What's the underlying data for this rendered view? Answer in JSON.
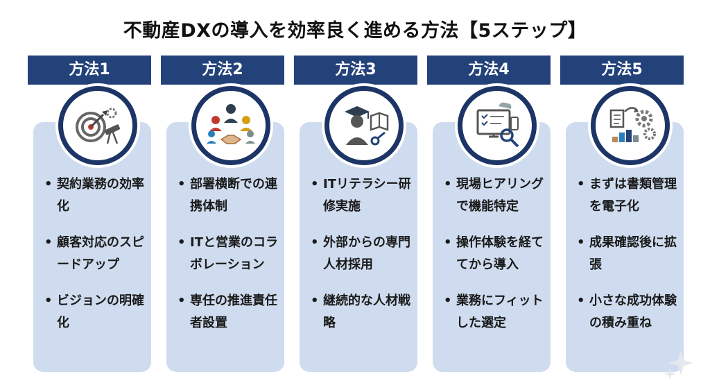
{
  "title": "不動産DXの導入を効率良く進める方法【5ステップ】",
  "accent_color": "#24427a",
  "card_color": "#cfdcef",
  "steps": [
    {
      "label": "方法1",
      "icon": "target-telescope-gears-icon",
      "bullets": [
        "契約業務の効率化",
        "顧客対応のスピードアップ",
        "ビジョンの明確化"
      ]
    },
    {
      "label": "方法2",
      "icon": "team-handshake-icon",
      "bullets": [
        "部署横断での連携体制",
        "ITと営業のコラボレーション",
        "専任の推進責任者設置"
      ]
    },
    {
      "label": "方法3",
      "icon": "graduate-book-icon",
      "bullets": [
        "ITリテラシー研修実施",
        "外部からの専門人材採用",
        "継続的な人材戦略"
      ]
    },
    {
      "label": "方法4",
      "icon": "monitor-checklist-magnifier-icon",
      "bullets": [
        "現場ヒアリングで機能特定",
        "操作体験を経ててから導入",
        "業務にフィットした選定"
      ]
    },
    {
      "label": "方法5",
      "icon": "documents-gears-growth-icon",
      "bullets": [
        "まずは書類管理を電子化",
        "成果確認後に拡張",
        "小さな成功体験の積み重ね"
      ]
    }
  ]
}
